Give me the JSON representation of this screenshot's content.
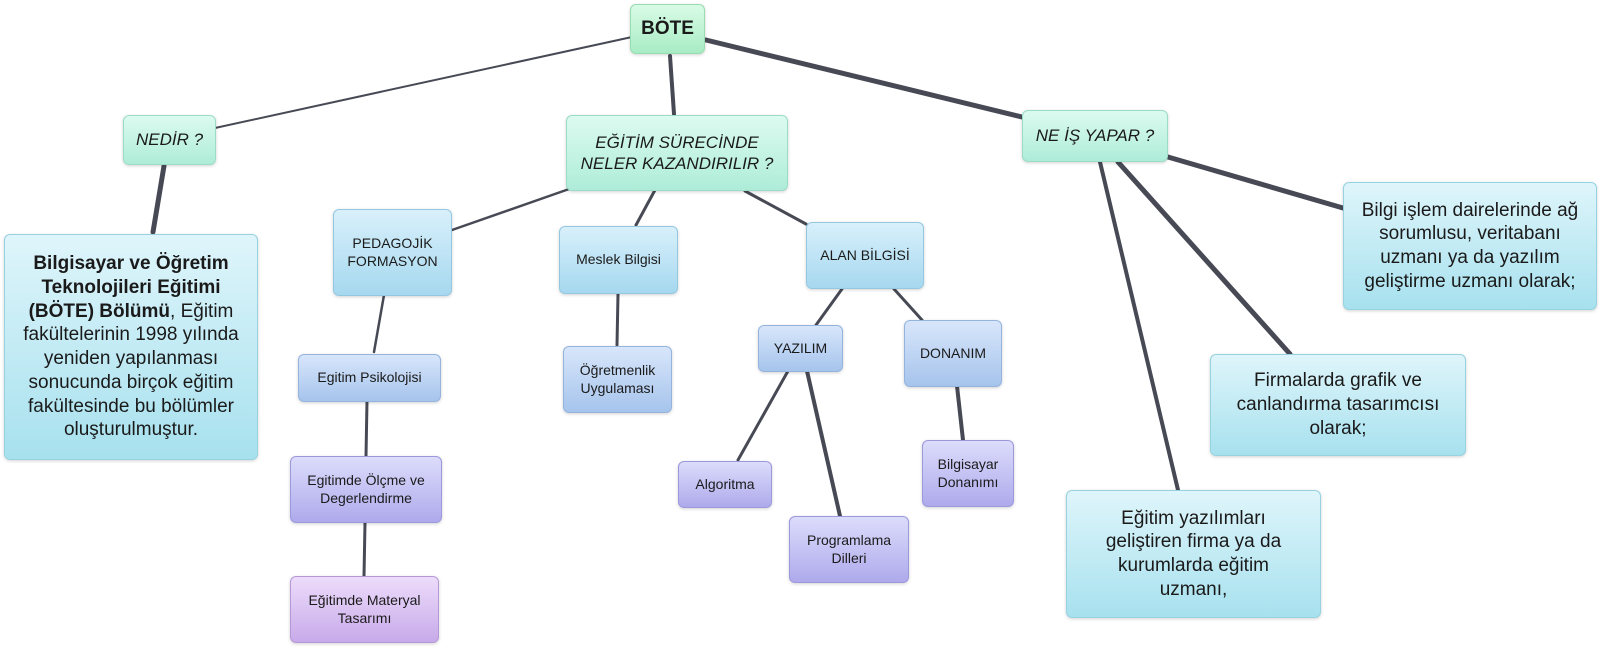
{
  "root": {
    "label": "BÖTE"
  },
  "nedir": {
    "label": "NEDİR ?",
    "desc_bold": "Bilgisayar ve Öğretim Teknolojileri Eğitimi (BÖTE) Bölümü",
    "desc_rest": ", Eğitim fakültelerinin 1998 yılında yeniden yapılanması sonucunda birçok eğitim fakültesinde bu bölümler oluşturulmuştur."
  },
  "egitim": {
    "label_line1": "EĞİTİM SÜRECİNDE",
    "label_line2": "NELER KAZANDIRILIR ?",
    "pedagojik": {
      "label_line1": "PEDAGOJİK",
      "label_line2": "FORMASYON",
      "items": [
        "Egitim Psikolojisi",
        "Egitimde Ölçme ve Degerlendirme",
        "Eğitimde Materyal Tasarımı"
      ]
    },
    "meslek": {
      "label": "Meslek Bilgisi",
      "child": "Öğretmenlik Uygulaması"
    },
    "alan": {
      "label": "ALAN BİLGİSİ",
      "yazilim": {
        "label": "YAZILIM",
        "children": [
          "Algoritma",
          "Programlama Dilleri"
        ]
      },
      "donanim": {
        "label": "DONANIM",
        "child": "Bilgisayar Donanımı"
      }
    }
  },
  "ne_is": {
    "label": "NE İŞ YAPAR ?",
    "items": [
      "Bilgi işlem dairelerinde ağ sorumlusu, veritabanı uzmanı ya da yazılım geliştirme uzmanı olarak;",
      "Firmalarda grafik ve canlandırma tasarımcısı olarak;",
      "Eğitim yazılımları geliştiren firma ya da kurumlarda eğitim uzmanı,"
    ]
  }
}
